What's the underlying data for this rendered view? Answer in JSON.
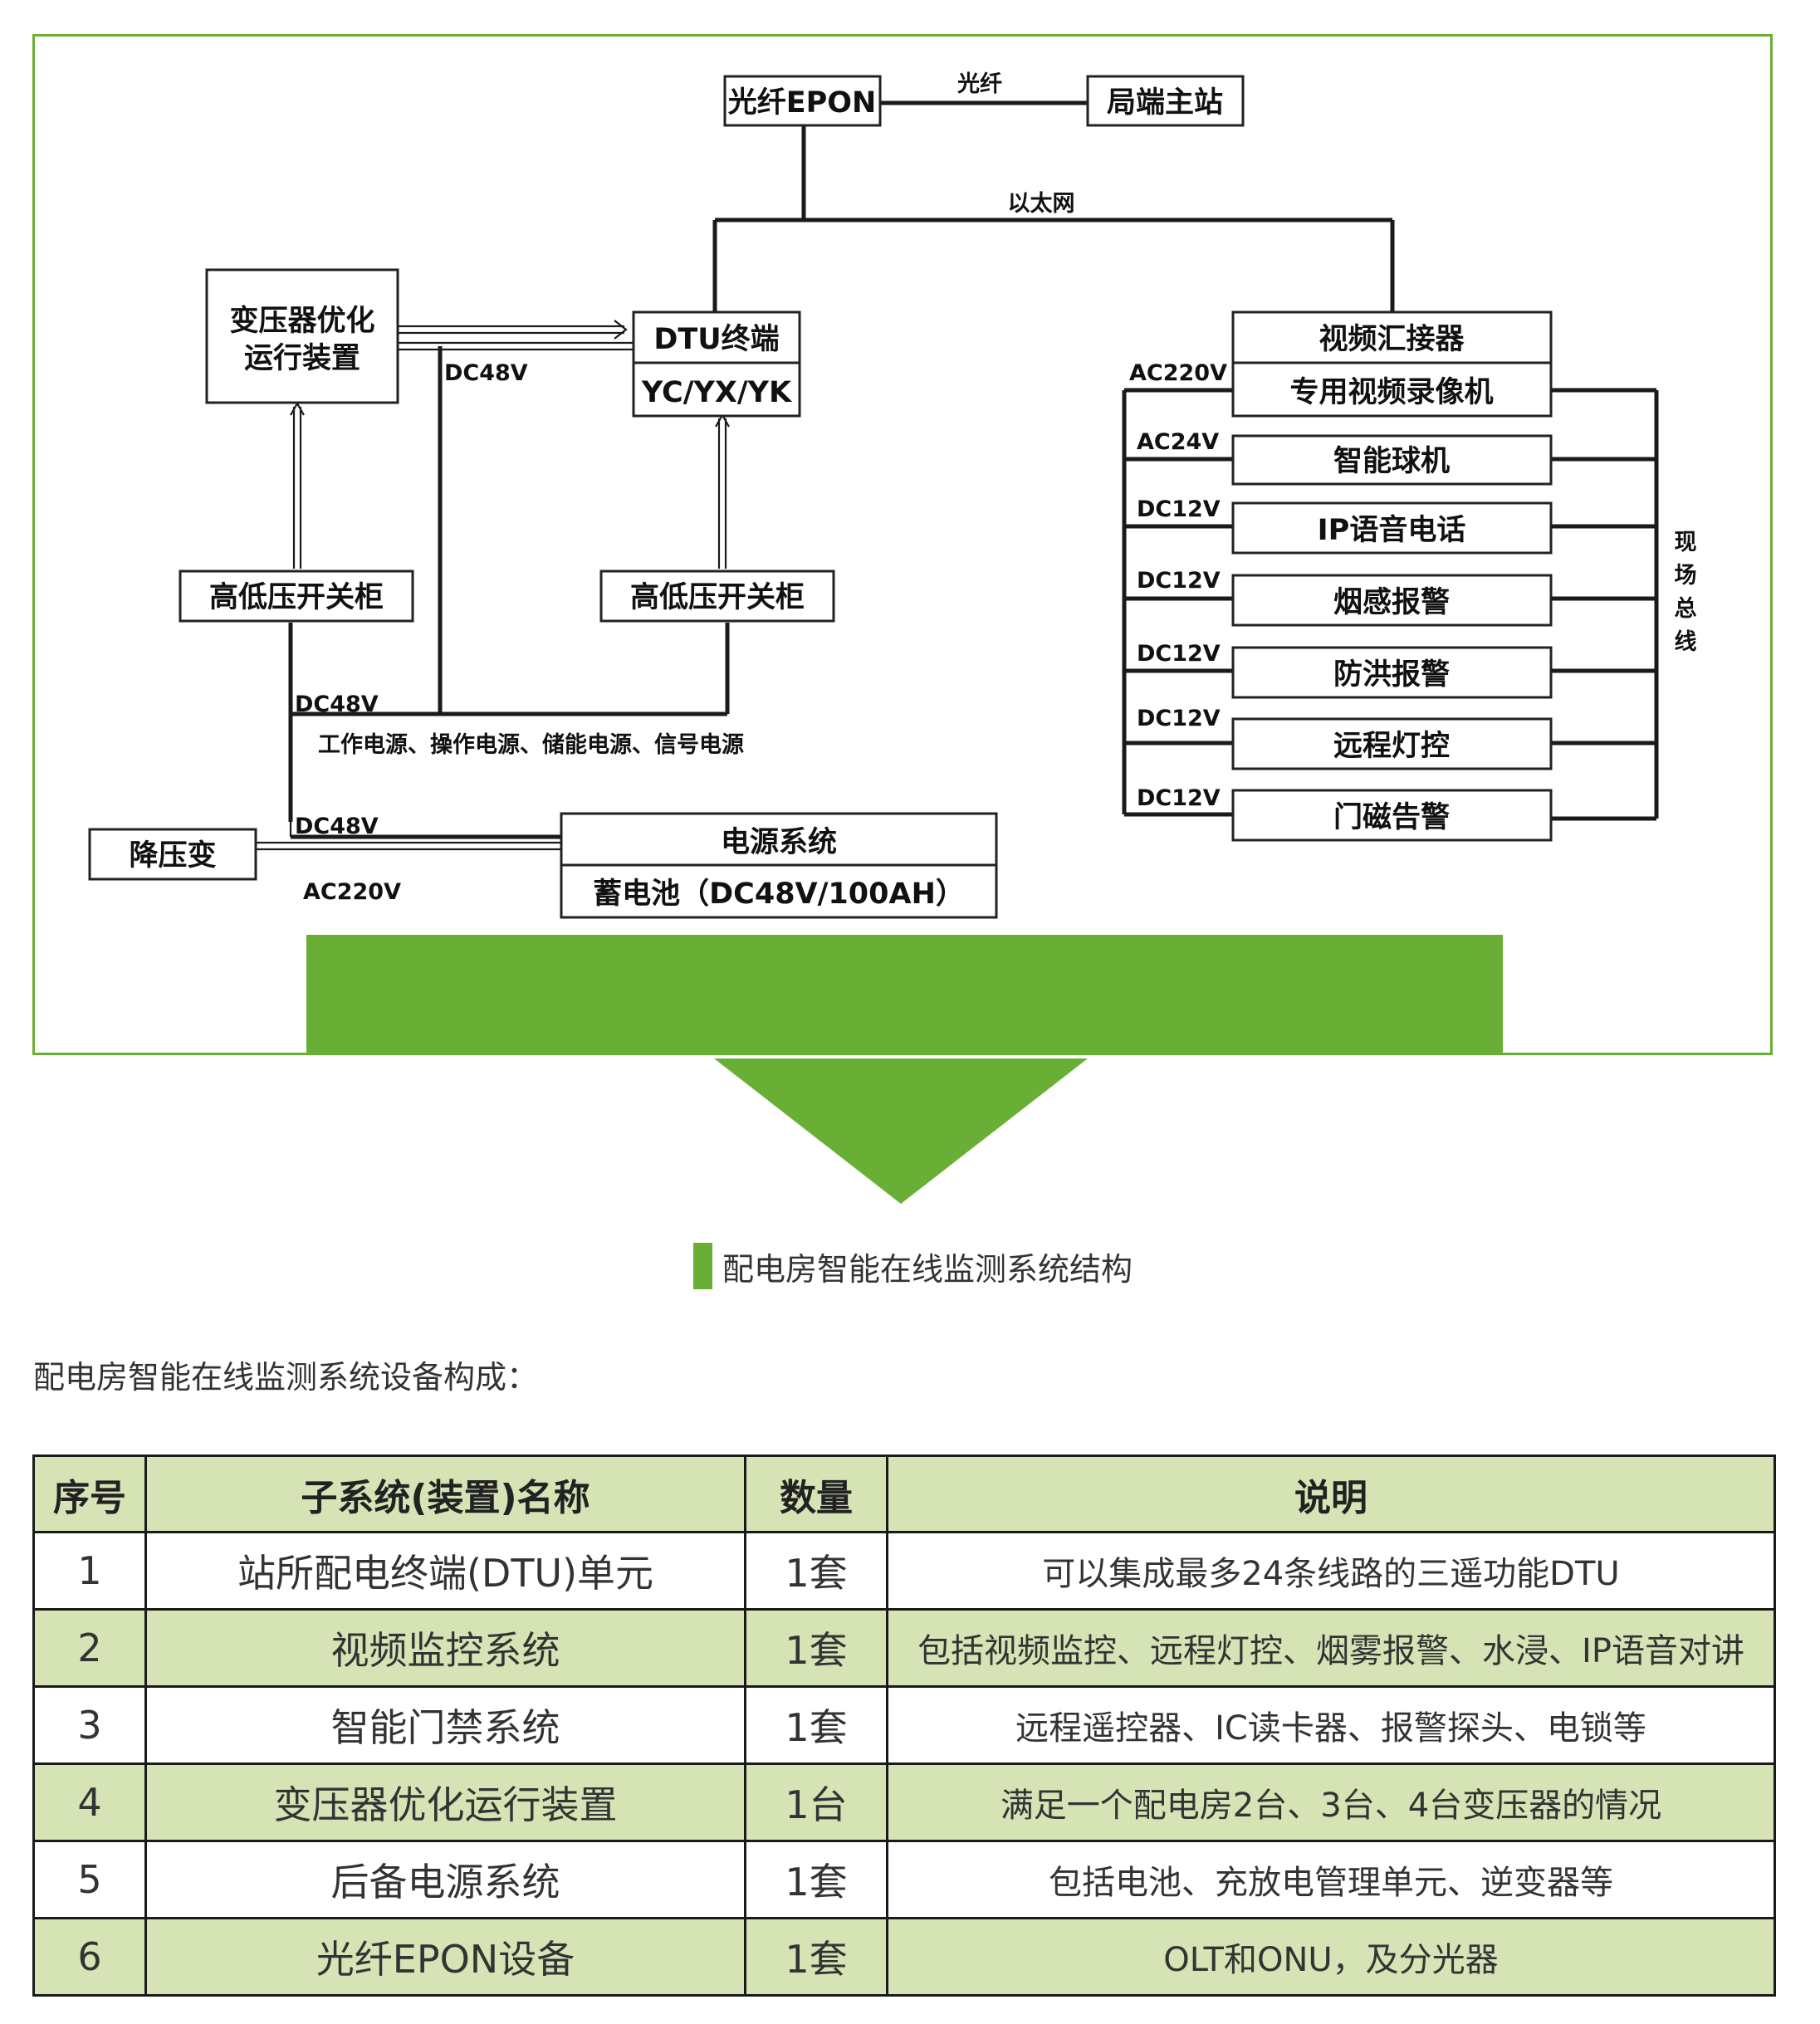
{
  "colors": {
    "accent_green": "#6aaf35",
    "row_tint": "#d5e3b5"
  },
  "diagram": {
    "epon": "光纤EPON",
    "link_fiber": "光纤",
    "master_station": "局端主站",
    "link_ethernet": "以太网",
    "transformer_device": [
      "变压器优化",
      "运行装置"
    ],
    "dtu_terminal": "DTU终端",
    "dtu_signals": "YC/YX/YK",
    "dc48v": "DC48V",
    "switchgear": "高低压开关柜",
    "power_types": "工作电源、操作电源、储能电源、信号电源",
    "step_down": "降压变",
    "ac220v": "AC220V",
    "power_system": "电源系统",
    "battery": "蓄电池（DC48V/100AH）",
    "video_access": "视频汇接器",
    "video_recorder": "专用视频录像机",
    "ac24v": "AC24V",
    "dc12v": "DC12V",
    "dome_camera": "智能球机",
    "ip_phone": "IP语音电话",
    "smoke_alarm": "烟感报警",
    "flood_alarm": "防洪报警",
    "remote_light": "远程灯控",
    "door_alarm": "门磁告警",
    "field_bus": [
      "现",
      "场",
      "总",
      "线"
    ]
  },
  "caption": "配电房智能在线监测系统结构",
  "intro": "配电房智能在线监测系统设备构成：",
  "table": {
    "headers": [
      "序号",
      "子系统(装置)名称",
      "数量",
      "说明"
    ],
    "rows": [
      [
        "1",
        "站所配电终端(DTU)单元",
        "1套",
        "可以集成最多24条线路的三遥功能DTU"
      ],
      [
        "2",
        "视频监控系统",
        "1套",
        "包括视频监控、远程灯控、烟雾报警、水浸、IP语音对讲"
      ],
      [
        "3",
        "智能门禁系统",
        "1套",
        "远程遥控器、IC读卡器、报警探头、电锁等"
      ],
      [
        "4",
        "变压器优化运行装置",
        "1台",
        "满足一个配电房2台、3台、4台变压器的情况"
      ],
      [
        "5",
        "后备电源系统",
        "1套",
        "包括电池、充放电管理单元、逆变器等"
      ],
      [
        "6",
        "光纤EPON设备",
        "1套",
        "OLT和ONU，及分光器"
      ]
    ]
  }
}
